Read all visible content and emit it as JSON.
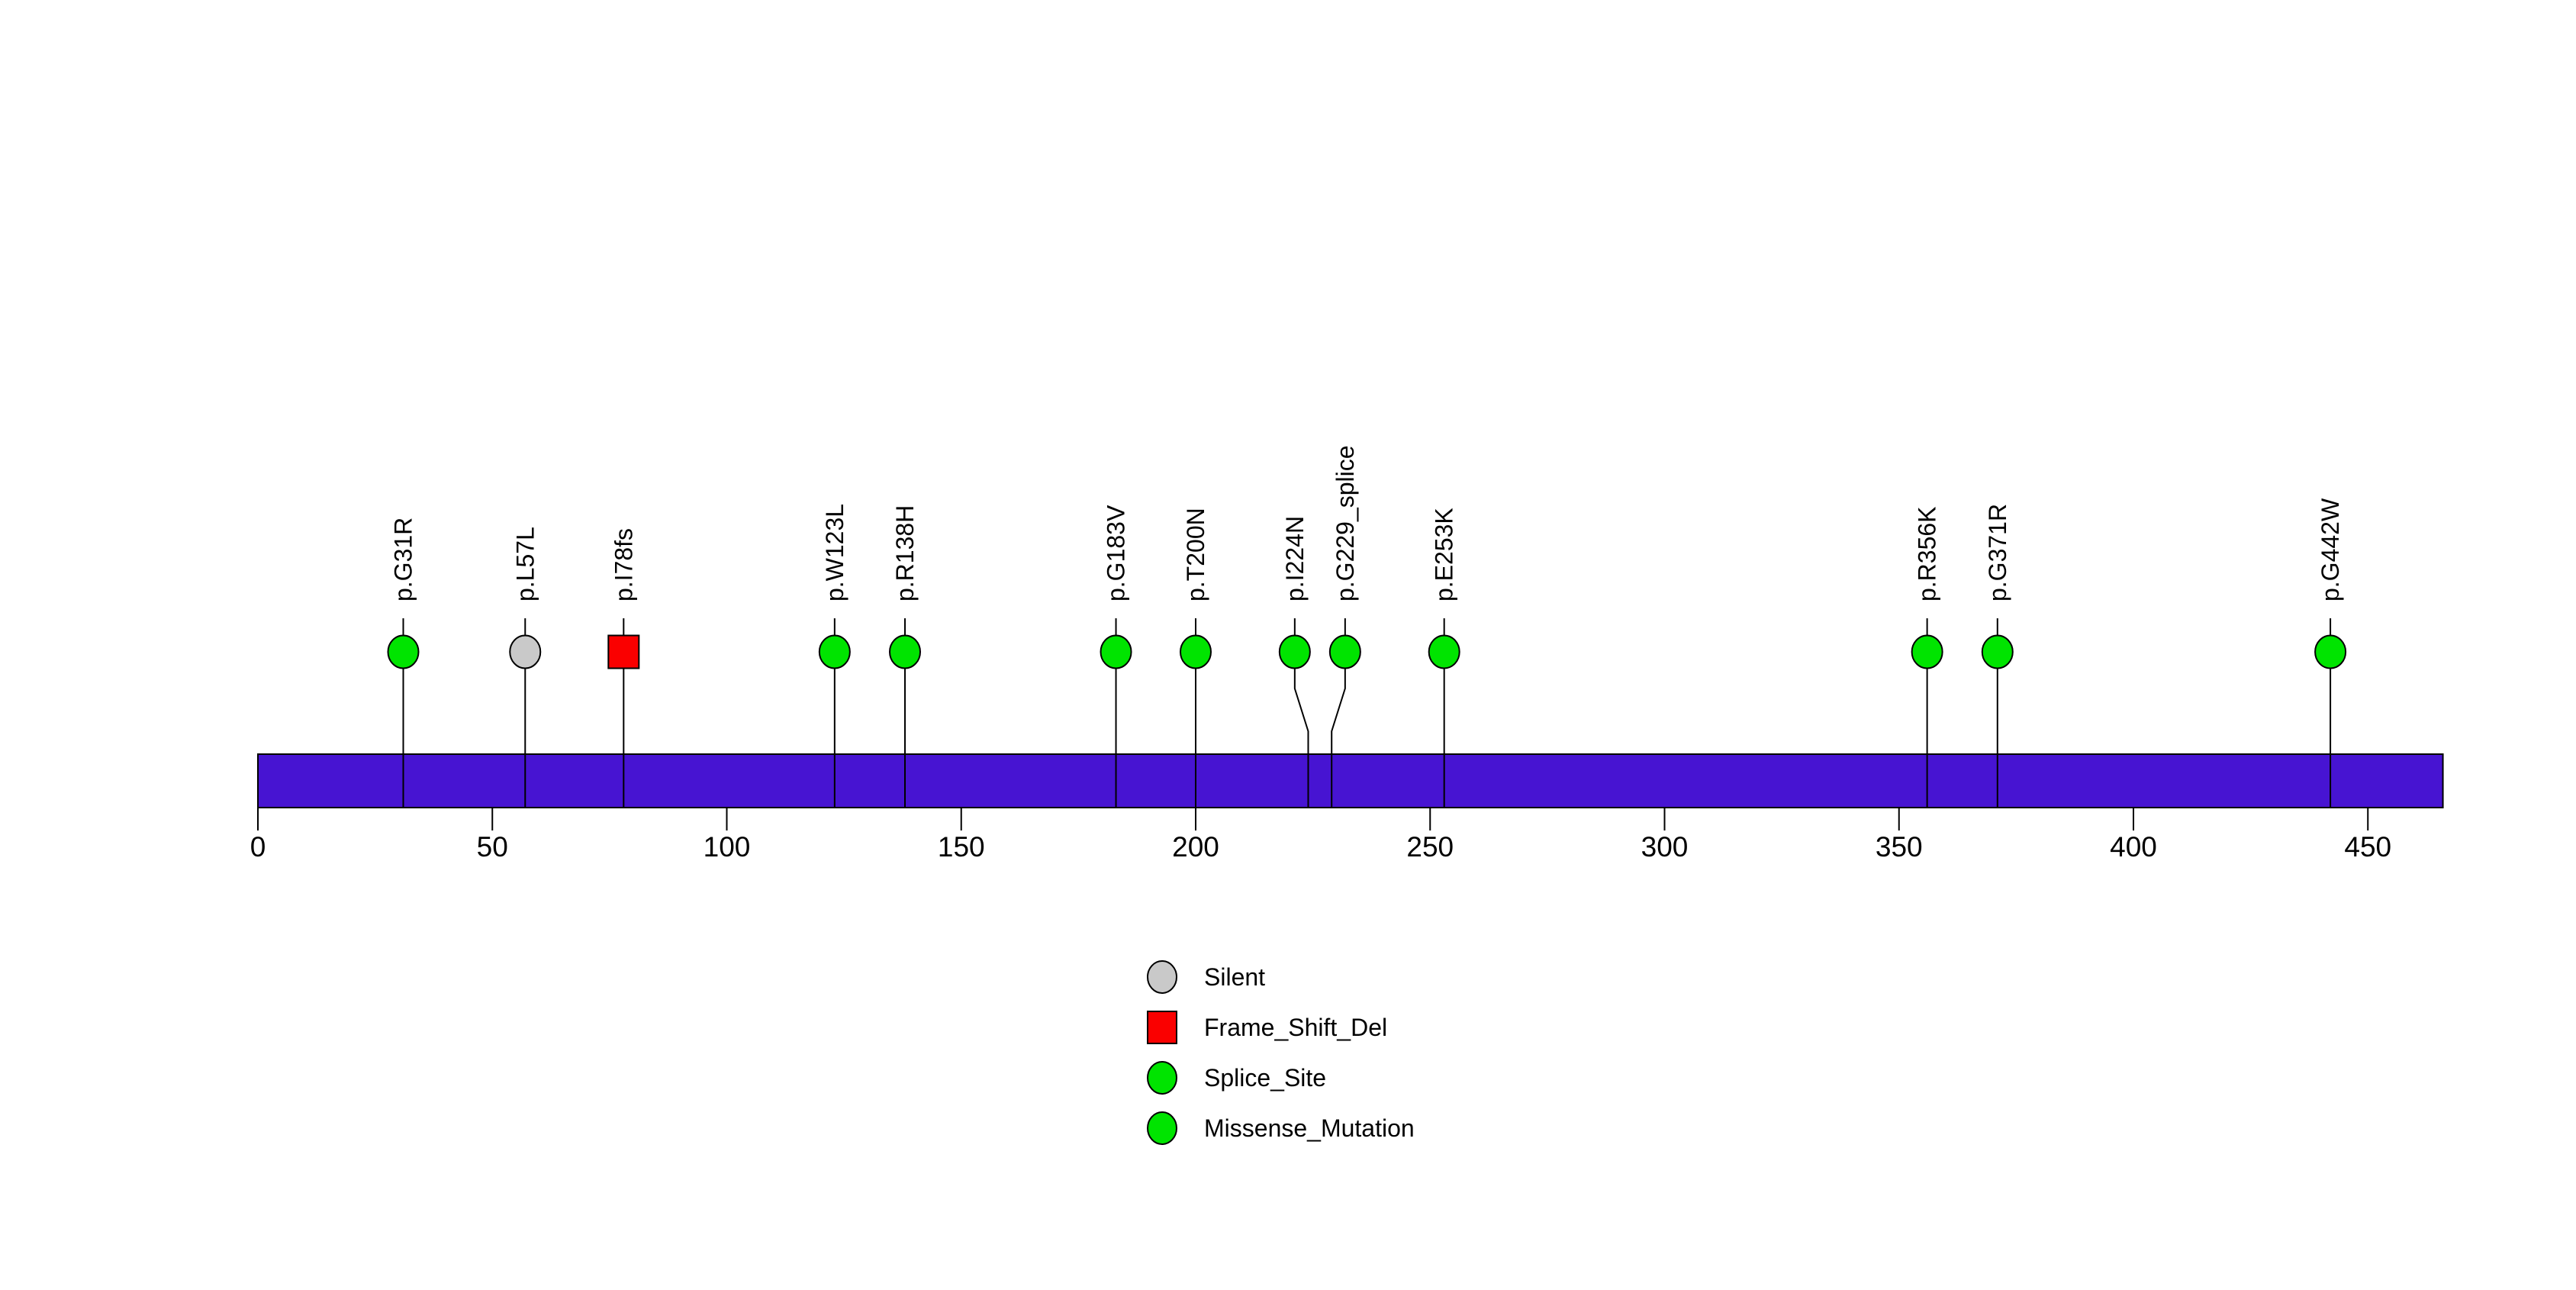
{
  "chart_data": {
    "type": "lollipop",
    "title": "",
    "xlabel": "",
    "ylabel": "",
    "background": "#FFFFFF",
    "axis": {
      "domain": [
        0,
        466
      ],
      "tick_values": [
        0,
        50,
        100,
        150,
        200,
        250,
        300,
        350,
        400,
        450
      ],
      "tick_labels": [
        "0",
        "50",
        "100",
        "150",
        "200",
        "250",
        "300",
        "350",
        "400",
        "450"
      ],
      "grid": false
    },
    "protein_bar": {
      "start": 0,
      "end": 466,
      "color": "#4714D2",
      "border_color": "#000000"
    },
    "marker_colors": {
      "Silent": "#C9C9C9",
      "Frame_Shift_Del": "#FA0000",
      "Splice_Site": "#00E400",
      "Missense_Mutation": "#00E400"
    },
    "mutations": [
      {
        "label": "p.G31R",
        "position": 31,
        "type": "Missense_Mutation",
        "shape": "circle",
        "color": "#00E400"
      },
      {
        "label": "p.L57L",
        "position": 57,
        "type": "Silent",
        "shape": "circle",
        "color": "#C9C9C9"
      },
      {
        "label": "p.I78fs",
        "position": 78,
        "type": "Frame_Shift_Del",
        "shape": "square",
        "color": "#FA0000"
      },
      {
        "label": "p.W123L",
        "position": 123,
        "type": "Missense_Mutation",
        "shape": "circle",
        "color": "#00E400"
      },
      {
        "label": "p.R138H",
        "position": 138,
        "type": "Missense_Mutation",
        "shape": "circle",
        "color": "#00E400"
      },
      {
        "label": "p.G183V",
        "position": 183,
        "type": "Missense_Mutation",
        "shape": "circle",
        "color": "#00E400"
      },
      {
        "label": "p.T200N",
        "position": 200,
        "type": "Missense_Mutation",
        "shape": "circle",
        "color": "#00E400"
      },
      {
        "label": "p.I224N",
        "position": 224,
        "type": "Missense_Mutation",
        "shape": "circle",
        "color": "#00E400"
      },
      {
        "label": "p.G229_splice",
        "position": 229,
        "type": "Splice_Site",
        "shape": "circle",
        "color": "#00E400"
      },
      {
        "label": "p.E253K",
        "position": 253,
        "type": "Missense_Mutation",
        "shape": "circle",
        "color": "#00E400"
      },
      {
        "label": "p.R356K",
        "position": 356,
        "type": "Missense_Mutation",
        "shape": "circle",
        "color": "#00E400"
      },
      {
        "label": "p.G371R",
        "position": 371,
        "type": "Missense_Mutation",
        "shape": "circle",
        "color": "#00E400"
      },
      {
        "label": "p.G442W",
        "position": 442,
        "type": "Missense_Mutation",
        "shape": "circle",
        "color": "#00E400"
      }
    ],
    "legend": {
      "position": "bottom-center",
      "entries": [
        {
          "label": "Silent",
          "shape": "circle",
          "color": "#C9C9C9"
        },
        {
          "label": "Frame_Shift_Del",
          "shape": "square",
          "color": "#FA0000"
        },
        {
          "label": "Splice_Site",
          "shape": "circle",
          "color": "#00E400"
        },
        {
          "label": "Missense_Mutation",
          "shape": "circle",
          "color": "#00E400"
        }
      ]
    }
  }
}
